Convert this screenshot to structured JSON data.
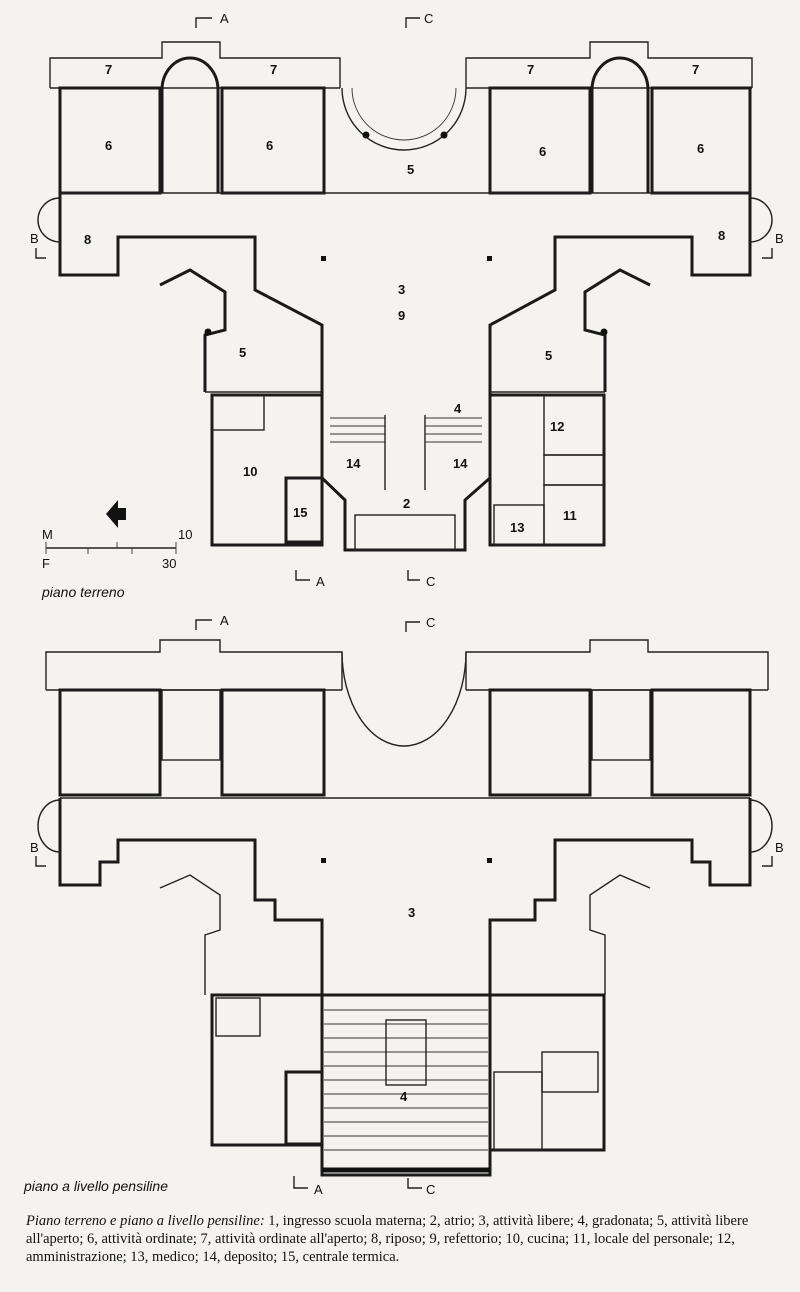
{
  "plans": {
    "ground": {
      "label": "piano terreno",
      "room_numbers": [
        "7",
        "7",
        "7",
        "7",
        "6",
        "6",
        "6",
        "6",
        "5",
        "8",
        "8",
        "3",
        "9",
        "5",
        "5",
        "10",
        "12",
        "14",
        "14",
        "2",
        "15",
        "13",
        "11",
        "4"
      ]
    },
    "upper": {
      "label": "piano a livello pensiline",
      "room_numbers": [
        "3",
        "4"
      ]
    }
  },
  "section_marks": [
    "A",
    "C",
    "B",
    "B",
    "A",
    "C",
    "A",
    "C",
    "B",
    "B",
    "A",
    "C"
  ],
  "scale_bar": {
    "top_unit": "M",
    "top_max": "10",
    "bottom_unit": "F",
    "bottom_max": "30"
  },
  "caption": {
    "title": "Piano terreno e piano a livello pensiline:",
    "body": " 1, ingresso scuola materna; 2, atrio; 3, attività libere; 4, gradonata; 5, attività libere all'aperto; 6, attività ordinate; 7, attività ordinate all'aperto; 8, riposo; 9, refettorio; 10, cucina; 11, locale del personale; 12, amministrazione; 13, medico; 14, deposito; 15, centrale termica."
  }
}
